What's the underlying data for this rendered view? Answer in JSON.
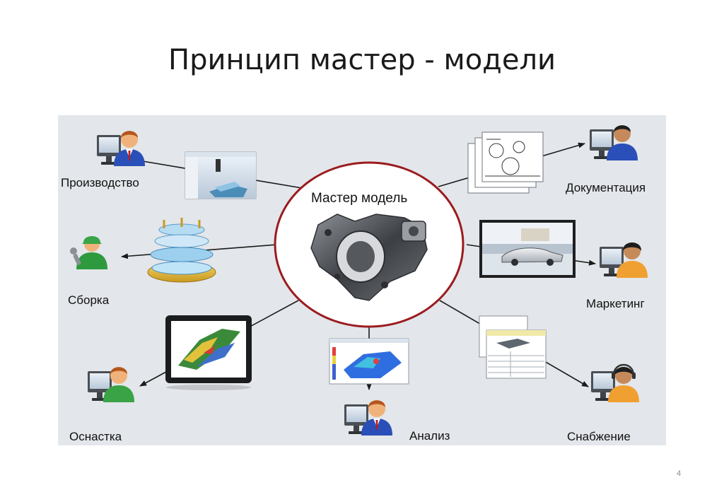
{
  "slide": {
    "title": "Принцип мастер - модели",
    "page_number": "4"
  },
  "diagram": {
    "center_label": "Мастер модель",
    "nodes": [
      {
        "id": "production",
        "label": "Производство"
      },
      {
        "id": "assembly",
        "label": "Сборка"
      },
      {
        "id": "tooling",
        "label": "Оснастка"
      },
      {
        "id": "analysis",
        "label": "Анализ"
      },
      {
        "id": "documentation",
        "label": "Документация"
      },
      {
        "id": "marketing",
        "label": "Маркетинг"
      },
      {
        "id": "supply",
        "label": "Снабжение"
      }
    ]
  },
  "colors": {
    "panel_bg": "#e3e6ea",
    "ellipse_stroke": "#9b1b1e",
    "arrow": "#1a1a1a"
  },
  "icons": [
    "user-at-computer-icon",
    "worker-with-wrench-icon",
    "user-with-headset-icon"
  ]
}
